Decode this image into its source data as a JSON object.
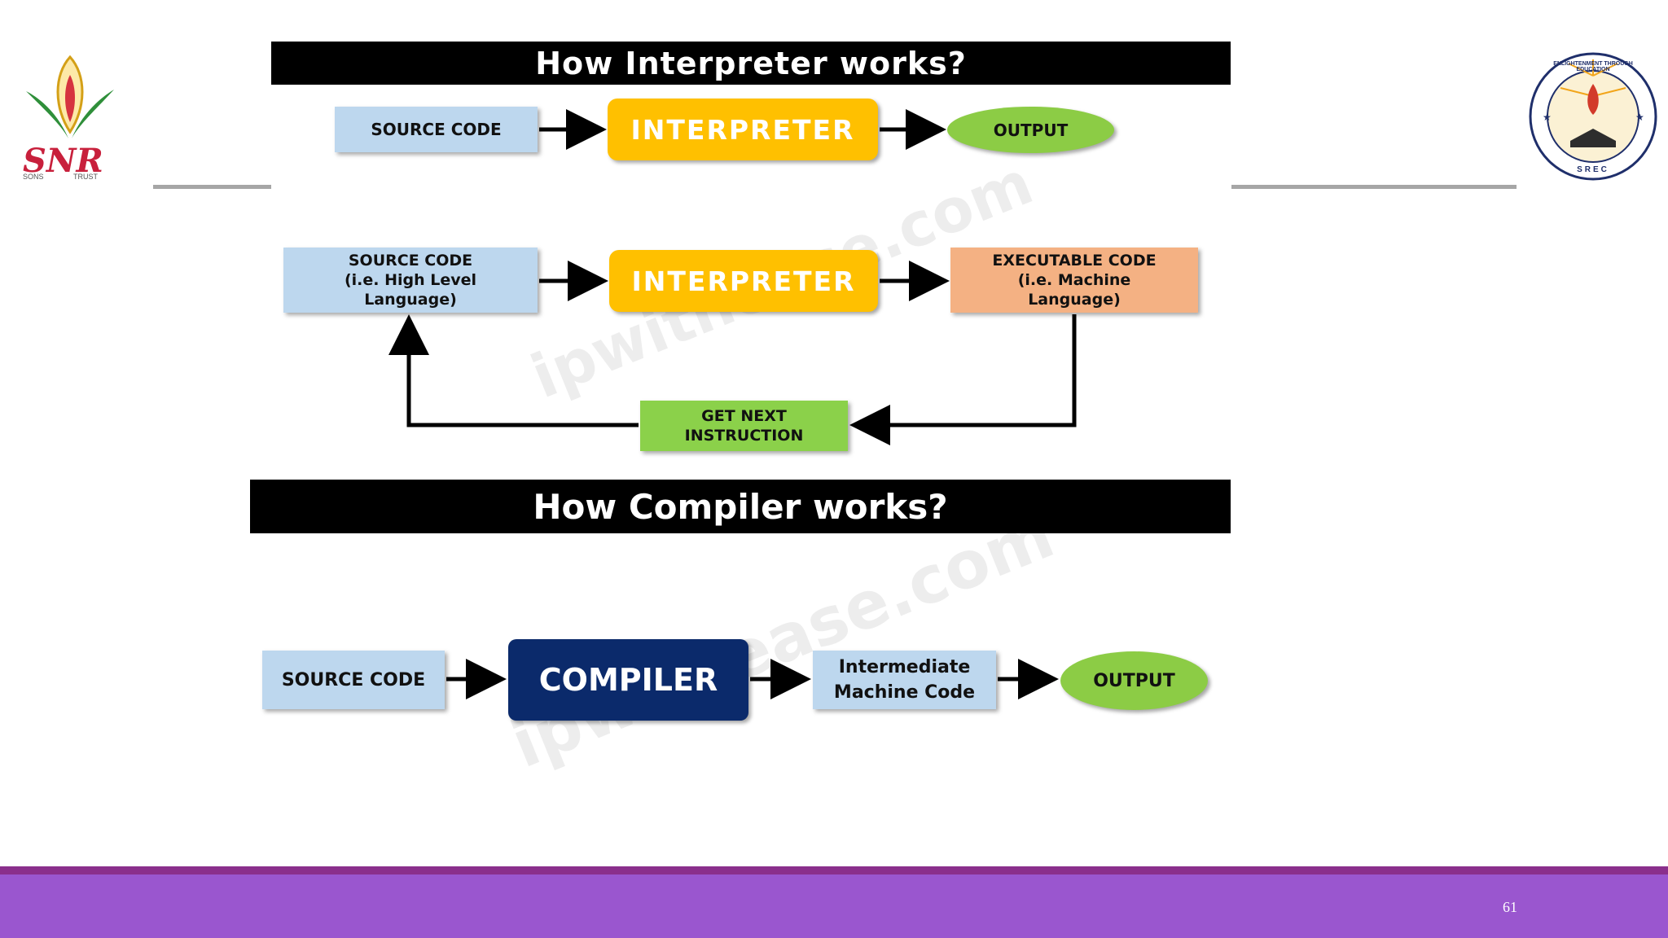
{
  "slide": {
    "page_number": "61",
    "left_logo": {
      "icon": "snr-lotus-logo",
      "text_main": "SNR",
      "text_left": "SONS",
      "text_right": "TRUST"
    },
    "right_logo": {
      "icon": "srec-emblem",
      "ring_text": "ENLIGHTENMENT THROUGH EDUCATION",
      "bottom_text": "SREC"
    }
  },
  "interpreter": {
    "title": "How Interpreter works?",
    "simple_flow": {
      "source": "SOURCE CODE",
      "processor": "INTERPRETER",
      "output": "OUTPUT"
    },
    "detailed_flow": {
      "source_line1": "SOURCE CODE",
      "source_line2": "(i.e. High Level",
      "source_line3": "Language)",
      "processor": "INTERPRETER",
      "exec_line1": "EXECUTABLE CODE",
      "exec_line2": "(i.e. Machine",
      "exec_line3": "Language)",
      "next_line1": "GET NEXT",
      "next_line2": "INSTRUCTION"
    },
    "watermark": "ipwithease.com"
  },
  "compiler": {
    "title": "How Compiler works?",
    "source": "SOURCE CODE",
    "processor": "COMPILER",
    "intermediate_line1": "Intermediate",
    "intermediate_line2": "Machine Code",
    "output": "OUTPUT",
    "watermark": "ipwithease.com"
  },
  "colors": {
    "footer": "#9a56cf",
    "footer_accent": "#8a2f8c",
    "interpreter_box": "#ffc000",
    "compiler_box": "#0b2a6b",
    "output_ellipse": "#8ccc45",
    "source_box": "#bdd7ee",
    "executable_box": "#f4b183"
  }
}
